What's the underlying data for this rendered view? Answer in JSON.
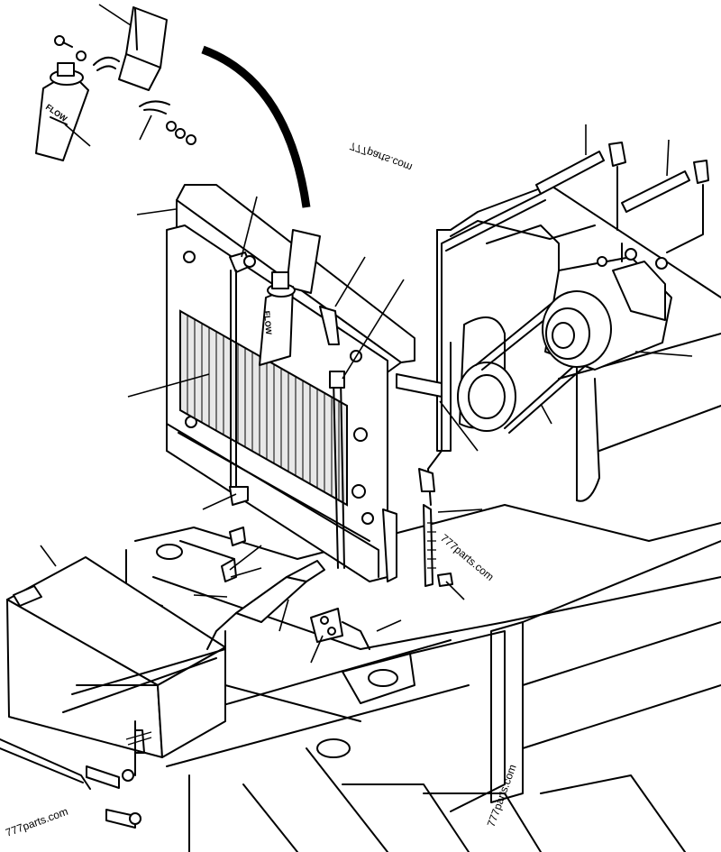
{
  "watermarks": [
    "777parts.com",
    "777parts.com",
    "777parts.com",
    "777parts.com"
  ],
  "labels": {
    "flow_top": "FLOW",
    "flow_radiator": "FLOW"
  }
}
